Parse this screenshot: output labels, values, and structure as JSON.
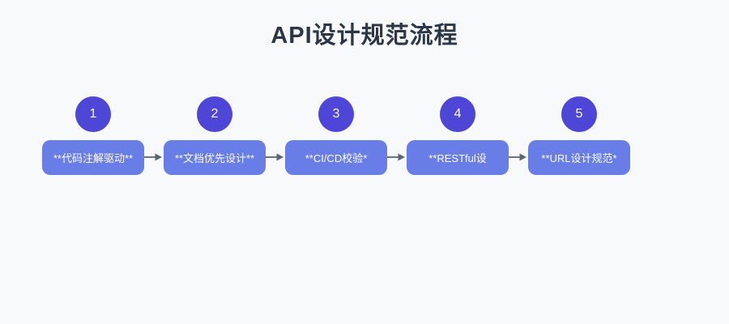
{
  "diagram": {
    "title": "API设计规范流程",
    "steps": [
      {
        "number": "1",
        "label": "**代码注解驱动**"
      },
      {
        "number": "2",
        "label": "**文档优先设计**"
      },
      {
        "number": "3",
        "label": "**CI/CD校验*"
      },
      {
        "number": "4",
        "label": "**RESTful设"
      },
      {
        "number": "5",
        "label": "**URL设计规范*"
      }
    ],
    "arrow_icon": "arrow-right-icon",
    "colors": {
      "background": "#f7f9fb",
      "title_text": "#2b3647",
      "circle_fill": "#4d46d6",
      "box_fill": "#687de6",
      "node_text": "#ffffff",
      "arrow": "#5b6472"
    }
  }
}
